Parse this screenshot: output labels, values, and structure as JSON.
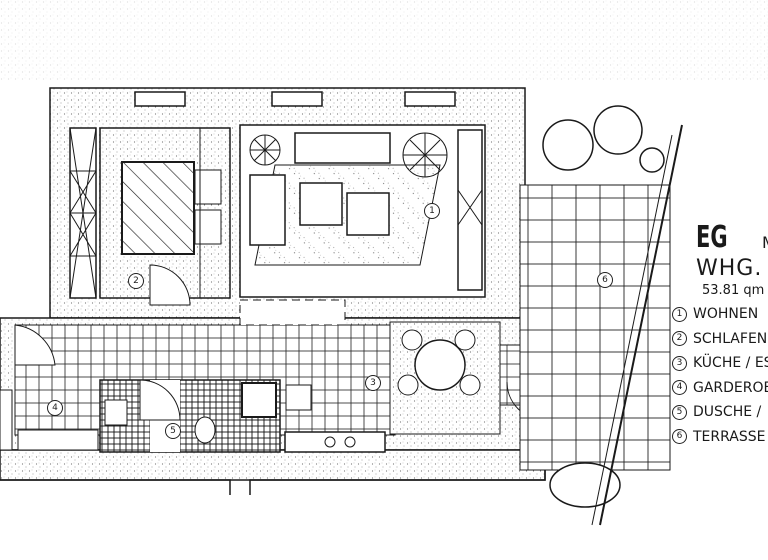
{
  "legend": {
    "floor": "EG",
    "floor_suffix": "M",
    "unit": "WHG. N",
    "area": "53.81 qm",
    "rooms": [
      {
        "num": "1",
        "label": "WOHNEN"
      },
      {
        "num": "2",
        "label": "SCHLAFEN"
      },
      {
        "num": "3",
        "label": "KÜCHE / ES"
      },
      {
        "num": "4",
        "label": "GARDEROB"
      },
      {
        "num": "5",
        "label": "DUSCHE /"
      },
      {
        "num": "6",
        "label": "TERRASSE"
      }
    ]
  },
  "plan_labels": [
    "1",
    "2",
    "3",
    "4",
    "5",
    "6"
  ],
  "colors": {
    "ink": "#1a1a1a",
    "paper": "#ffffff",
    "stipple": "#9a9a9a"
  }
}
